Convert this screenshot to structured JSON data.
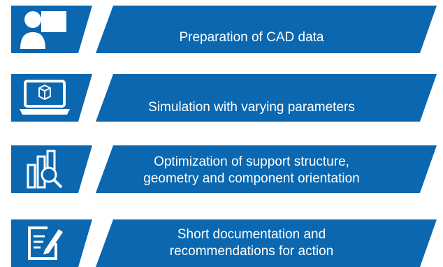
{
  "colors": {
    "band": "#0a67b0",
    "icon": "#ffffff",
    "background": "#ffffff"
  },
  "steps": [
    {
      "icon": "presenter-icon",
      "label": "Preparation of CAD data"
    },
    {
      "icon": "laptop-cad-icon",
      "label": "Simulation with varying parameters"
    },
    {
      "icon": "chart-magnifier-icon",
      "label_line1": "Optimization of support structure,",
      "label_line2": "geometry and component orientation"
    },
    {
      "icon": "edit-document-icon",
      "label_line1": "Short documentation and",
      "label_line2": "recommendations for action"
    }
  ]
}
